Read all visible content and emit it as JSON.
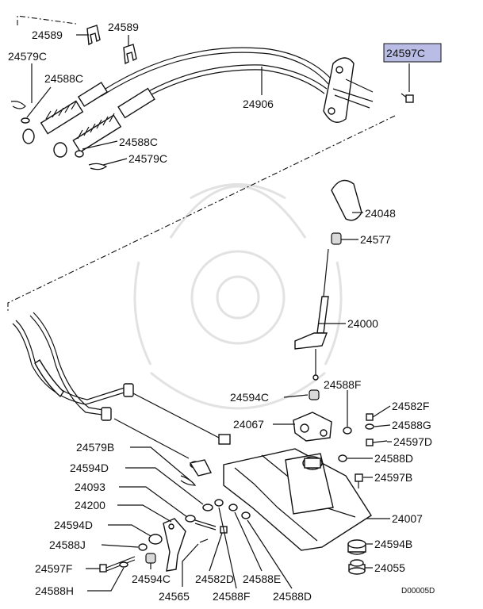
{
  "labels": {
    "l24589a": "24589",
    "l24589b": "24589",
    "l24579c_top": "24579C",
    "l24588c_top": "24588C",
    "l24597c_hl": "24597C",
    "l24906": "24906",
    "l24588c_mid": "24588C",
    "l24579c_mid": "24579C",
    "l24048": "24048",
    "l24577": "24577",
    "l24000": "24000",
    "l24588f_top": "24588F",
    "l24594c_top": "24594C",
    "l24067": "24067",
    "l24582f": "24582F",
    "l24588g": "24588G",
    "l24597d": "24597D",
    "l24579b": "24579B",
    "l24588d_right": "24588D",
    "l24594d": "24594D",
    "l24597b": "24597B",
    "l24093": "24093",
    "l24200": "24200",
    "l24007": "24007",
    "l24594d_low": "24594D",
    "l24594b": "24594B",
    "l24588j": "24588J",
    "l24055": "24055",
    "l24597f": "24597F",
    "l24594c_low": "24594C",
    "l24582d": "24582D",
    "l24588e": "24588E",
    "l24588h": "24588H",
    "l24565": "24565",
    "l24588f_low": "24588F",
    "l24588d_low": "24588D",
    "diagram_code": "D00005D"
  },
  "highlight_color": "#b9bde6"
}
